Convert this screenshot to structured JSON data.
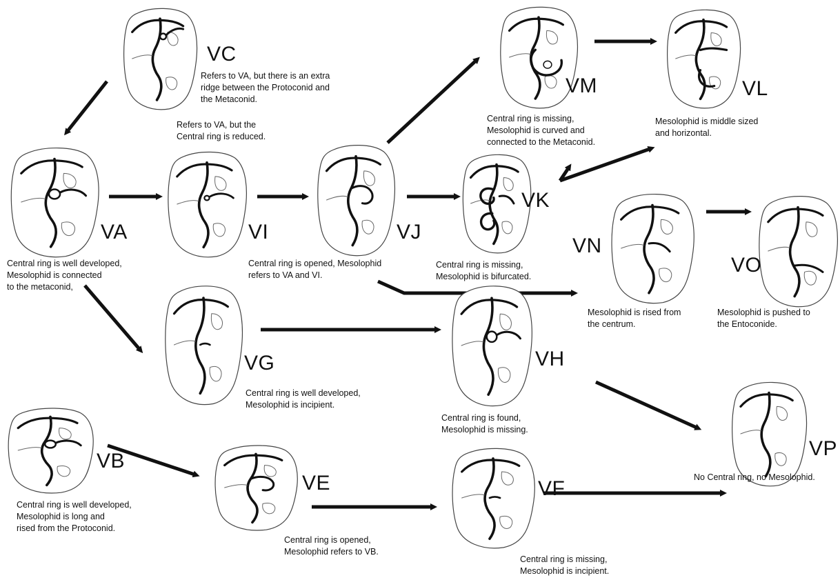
{
  "morphotypes": [
    {
      "id": "VC",
      "code": "VC",
      "lines": [
        "Refers to VA, but there is an extra",
        "ridge between the Protoconid and",
        "the Metaconid."
      ]
    },
    {
      "id": "VM",
      "code": "VM",
      "lines": [
        "Central ring is missing,",
        "Mesolophid is curved and",
        "connected to the Metaconid."
      ]
    },
    {
      "id": "VL",
      "code": "VL",
      "lines": [
        "Mesolophid is middle sized",
        "and horizontal."
      ]
    },
    {
      "id": "VI",
      "code": "VI",
      "lines": [
        "Refers to VA, but the",
        "Central ring is reduced."
      ]
    },
    {
      "id": "VA",
      "code": "VA",
      "lines": [
        "Central ring is well developed,",
        "Mesolophid is connected",
        "to the metaconid,"
      ]
    },
    {
      "id": "VJ",
      "code": "VJ",
      "lines": [
        "Central ring is opened, Mesolophid",
        "refers to VA and VI."
      ]
    },
    {
      "id": "VK",
      "code": "VK",
      "lines": [
        "Central ring is missing,",
        "Mesolophid is bifurcated."
      ]
    },
    {
      "id": "VN",
      "code": "VN",
      "lines": [
        "Mesolophid is rised from",
        "the centrum."
      ]
    },
    {
      "id": "VO",
      "code": "VO",
      "lines": [
        "Mesolophid is pushed to",
        "the Entoconide."
      ]
    },
    {
      "id": "VG",
      "code": "VG",
      "lines": [
        "Central ring is well developed,",
        "Mesolophid is incipient."
      ]
    },
    {
      "id": "VH",
      "code": "VH",
      "lines": [
        "Central ring is found,",
        "Mesolophid is missing."
      ]
    },
    {
      "id": "VB",
      "code": "VB",
      "lines": [
        "Central ring is well developed,",
        "Mesolophid is long and",
        "rised from the Protoconid."
      ]
    },
    {
      "id": "VE",
      "code": "VE",
      "lines": [
        "Central ring is opened,",
        "Mesolophid refers to VB."
      ]
    },
    {
      "id": "VF",
      "code": "VF",
      "lines": [
        "Central ring is missing,",
        "Mesolophid is incipient."
      ]
    },
    {
      "id": "VP",
      "code": "VP",
      "lines": [
        "No Central ring, no Mesolophid."
      ]
    }
  ],
  "transitions": [
    {
      "from": "VC",
      "to": "VA"
    },
    {
      "from": "VA",
      "to": "VI"
    },
    {
      "from": "VI",
      "to": "VJ"
    },
    {
      "from": "VJ",
      "to": "VM"
    },
    {
      "from": "VJ",
      "to": "VK"
    },
    {
      "from": "VJ",
      "to": "VN"
    },
    {
      "from": "VK",
      "to": "VM"
    },
    {
      "from": "VK",
      "to": "VL"
    },
    {
      "from": "VM",
      "to": "VL"
    },
    {
      "from": "VN",
      "to": "VO"
    },
    {
      "from": "VA",
      "to": "VG"
    },
    {
      "from": "VG",
      "to": "VH"
    },
    {
      "from": "VH",
      "to": "VP"
    },
    {
      "from": "VB",
      "to": "VE"
    },
    {
      "from": "VE",
      "to": "VF"
    },
    {
      "from": "VF",
      "to": "VP"
    }
  ],
  "colors": {
    "ink": "#111111",
    "outline": "#444444",
    "background": "#ffffff"
  }
}
